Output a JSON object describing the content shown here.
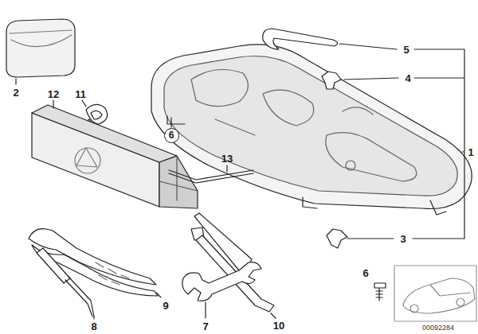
{
  "diagram": {
    "nodes": [
      {
        "text": [
          "6"
        ]
      }
    ],
    "labels": [
      "2",
      "12",
      "11",
      "5",
      "4",
      "1",
      "13",
      "3",
      "6",
      "9",
      "8",
      "7",
      "10",
      "00092284"
    ]
  }
}
